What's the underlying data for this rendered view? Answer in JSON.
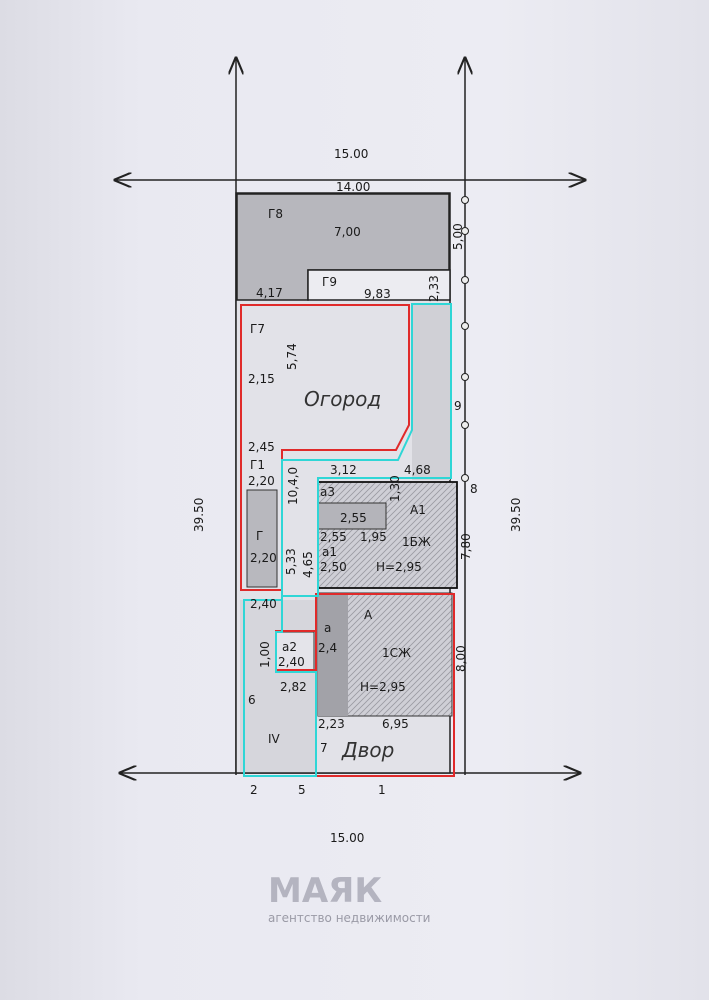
{
  "plan": {
    "dims": {
      "top_total": "15.00",
      "top_lot": "14.00",
      "bottom_total": "15.00",
      "left_total": "39.50",
      "right_total": "39.50",
      "g8_w": "7,00",
      "g8_h": "5,00",
      "g9_len": "9,83",
      "g9_h": "2,33",
      "left_417": "4,17",
      "g7_574": "5,74",
      "g7_215": "2,15",
      "d245": "2,45",
      "d220a": "2,20",
      "d220b": "2,20",
      "d312": "3,12",
      "d468": "4,68",
      "d780": "7,80",
      "d255a": "2,55",
      "d255b": "2,55",
      "d195": "1,95",
      "d250": "2,50",
      "d533": "5,33",
      "d465": "4,65",
      "d410": "10,4,0",
      "d240a": "2,40",
      "d240b": "2,40",
      "d100": "1,00",
      "d24": "2,4",
      "d282": "2,82",
      "d223": "2,23",
      "d695": "6,95",
      "d800": "8,00",
      "d130": "1,30"
    },
    "labels": {
      "g8": "Г8",
      "g9": "Г9",
      "g7": "Г7",
      "g1": "Г1",
      "g": "Г",
      "garden": "Огород",
      "a1": "А1",
      "b1": "1БЖ",
      "h1": "Н=2,95",
      "a3": "а3",
      "a1small": "а1",
      "a": "А",
      "asmall": "а",
      "a2": "а2",
      "c1": "1СЖ",
      "h2": "Н=2,95",
      "yard": "Двор",
      "iv": "IV",
      "n9": "9",
      "n8": "8",
      "n6": "6",
      "n7": "7",
      "n2": "2",
      "n5": "5",
      "n1": "1"
    }
  },
  "watermark": {
    "brand": "МАЯК",
    "tagline": "агентство недвижимости"
  },
  "colors": {
    "red": "#e02a2a",
    "cyan": "#2fd6d6",
    "gray": "#b7b7bd",
    "line": "#1a1a1a"
  }
}
